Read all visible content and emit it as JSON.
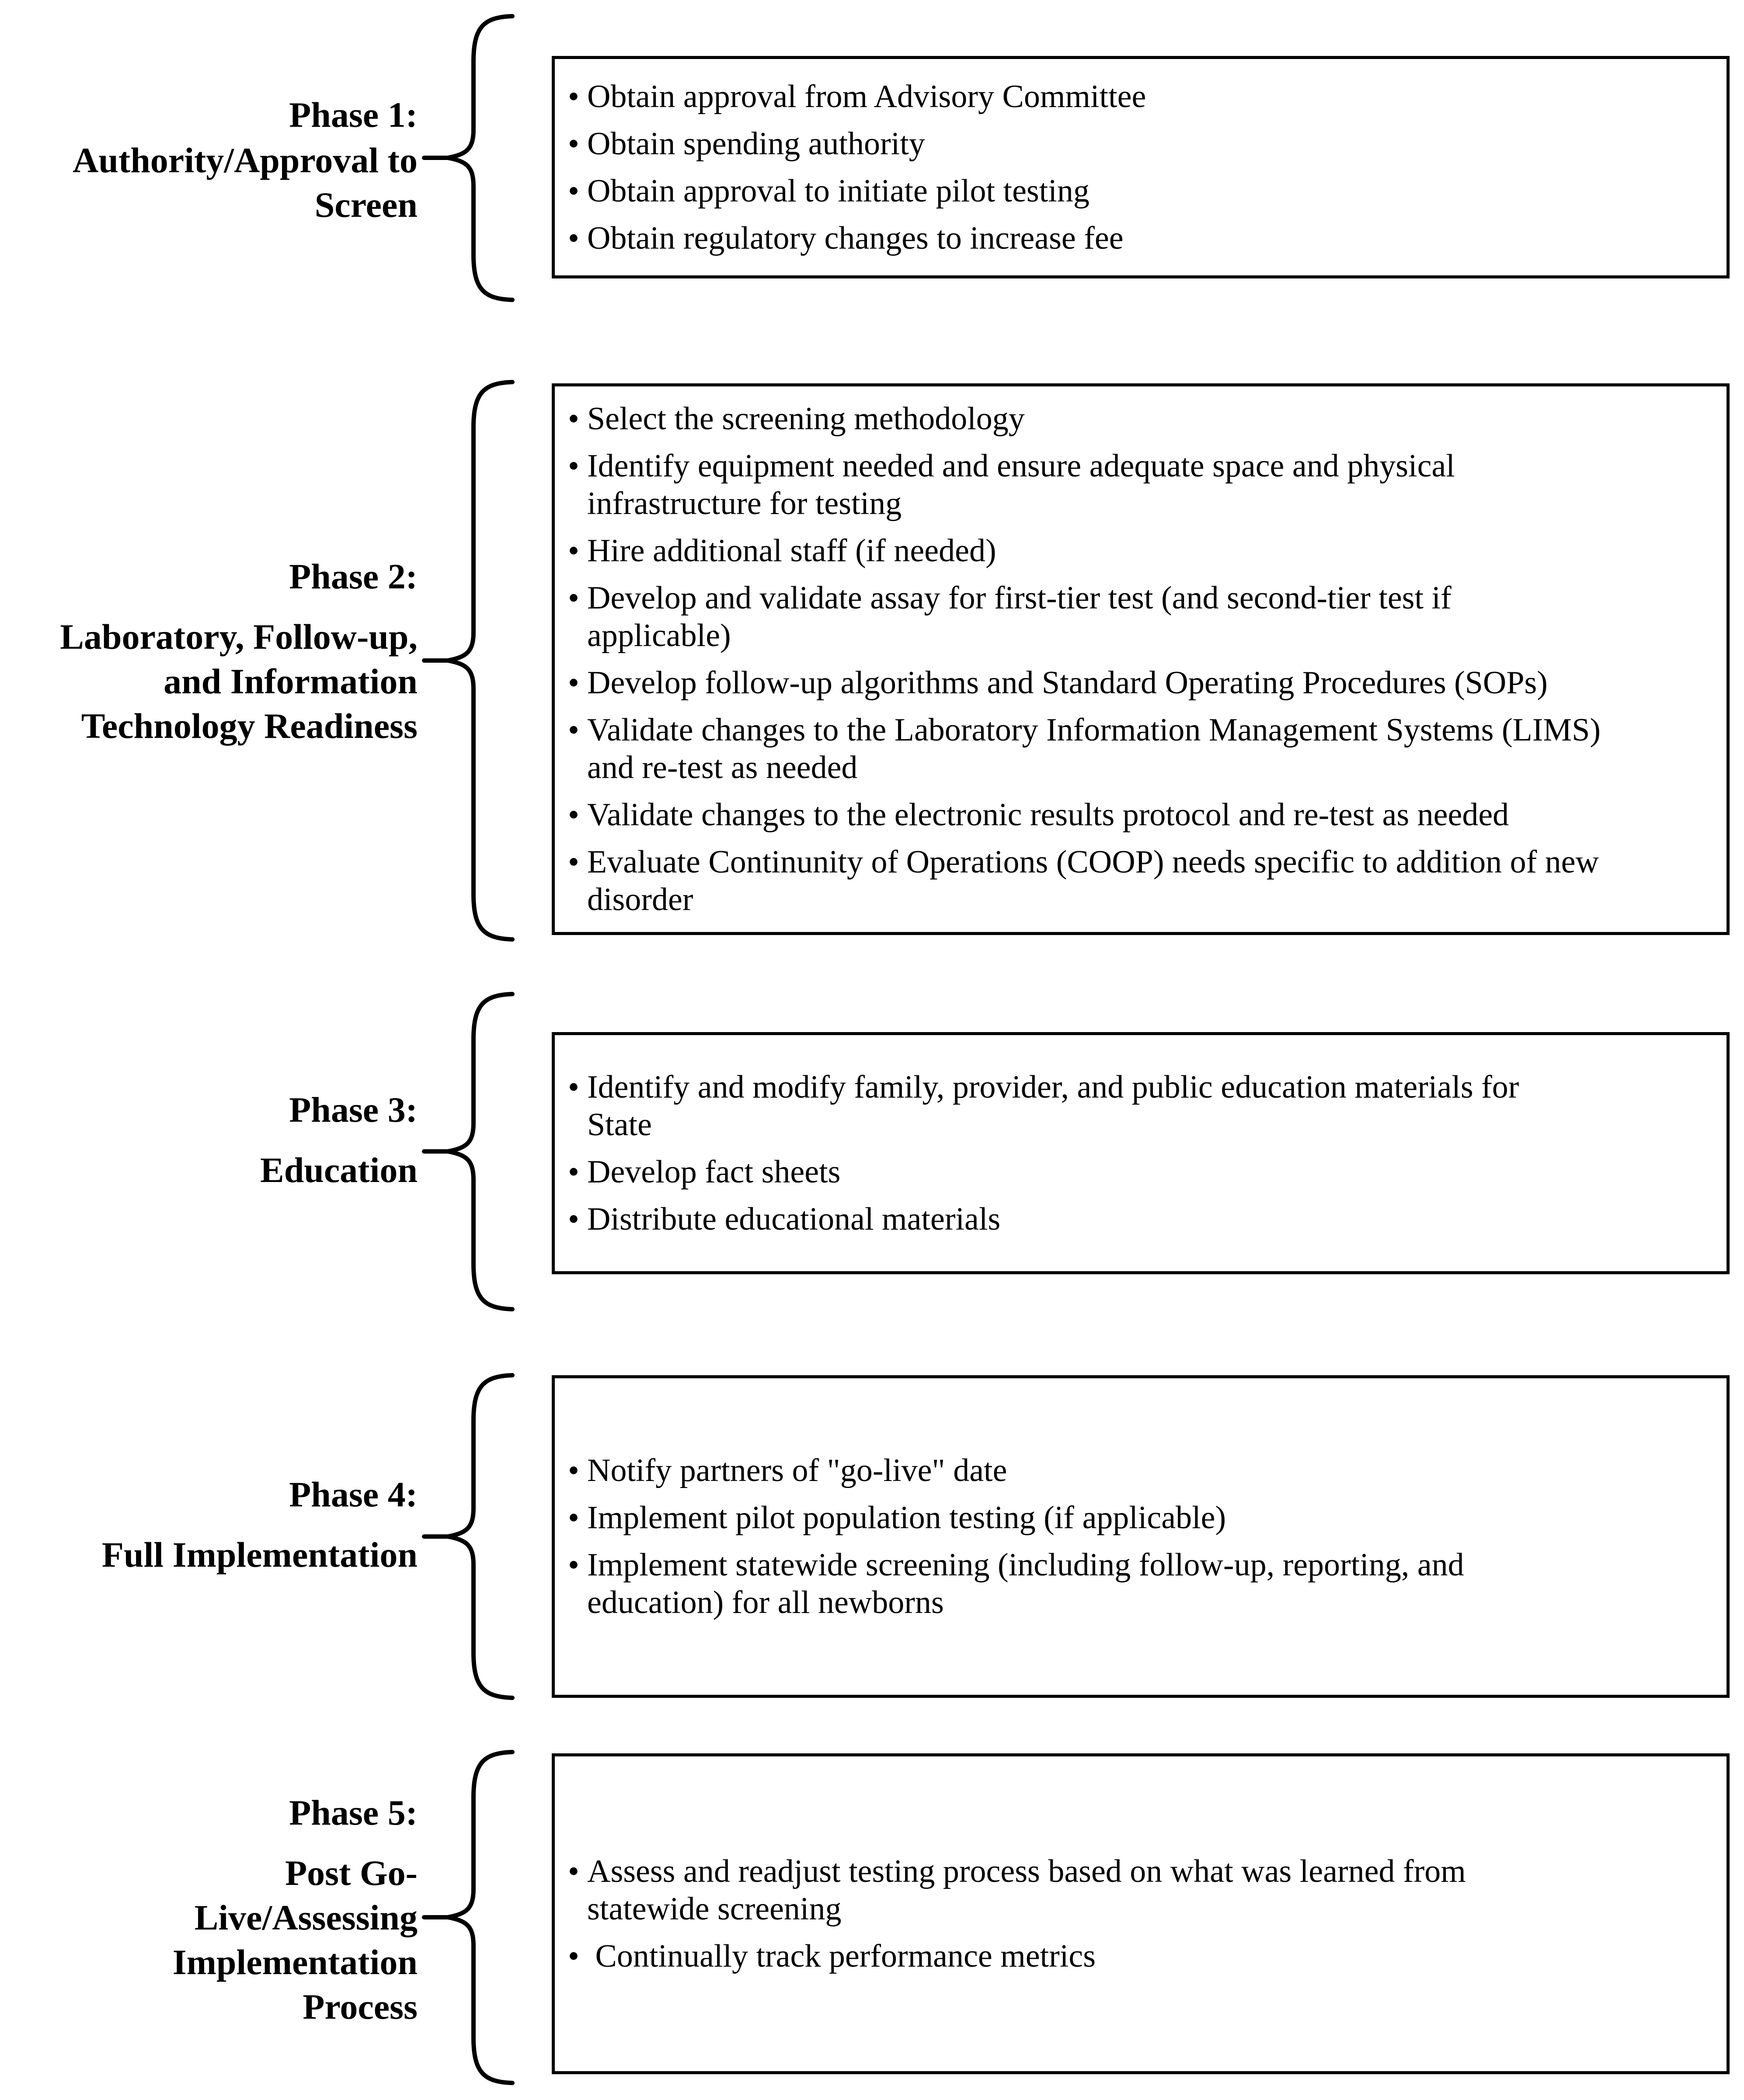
{
  "colors": {
    "ink": "#000000",
    "background": "#ffffff"
  },
  "bullet_glyph": "•",
  "phases": [
    {
      "heading": "Phase 1:",
      "label_lines": [
        "Authority/Approval to",
        "Screen"
      ],
      "items": [
        "Obtain approval from Advisory Committee",
        "Obtain spending authority",
        "Obtain approval to initiate pilot testing",
        "Obtain regulatory changes to increase fee"
      ]
    },
    {
      "heading": "Phase 2:",
      "label_lines": [
        "Laboratory, Follow-up,",
        "and Information",
        "Technology Readiness"
      ],
      "items": [
        "Select the screening methodology",
        "Identify equipment needed and ensure adequate space and physical\ninfrastructure for testing",
        "Hire additional staff (if needed)",
        "Develop and validate assay for first-tier test (and second-tier test if\napplicable)",
        "Develop follow-up algorithms and Standard Operating Procedures (SOPs)",
        "Validate changes to the Laboratory Information Management Systems (LIMS)\nand re-test as needed",
        "Validate changes to the electronic results protocol and re-test as needed",
        "Evaluate Continunity of Operations (COOP) needs specific to addition of new\ndisorder"
      ]
    },
    {
      "heading": "Phase 3:",
      "label_lines": [
        "Education"
      ],
      "items": [
        "Identify and modify family, provider, and public education materials for\nState",
        "Develop fact sheets",
        "Distribute educational materials"
      ]
    },
    {
      "heading": "Phase 4:",
      "label_lines": [
        "Full Implementation"
      ],
      "items": [
        "Notify partners of \"go-live\" date",
        "Implement pilot population testing (if applicable)",
        "Implement statewide screening (including follow-up, reporting, and\neducation) for all newborns"
      ]
    },
    {
      "heading": "Phase 5:",
      "label_lines": [
        "Post Go-",
        "Live/Assessing",
        "Implementation",
        "Process"
      ],
      "items": [
        "Assess and readjust testing process based on what was learned from\nstatewide screening",
        " Continually track performance metrics"
      ]
    }
  ]
}
